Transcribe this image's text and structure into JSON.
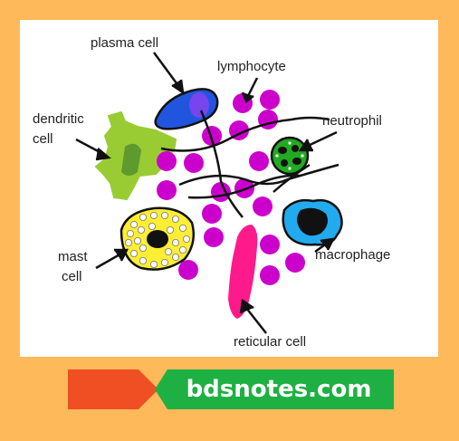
{
  "labels": {
    "plasma_cell": "plasma cell",
    "lymphocyte": "lymphocyte",
    "dendritic_line1": "dendritic",
    "dendritic_line2": "cell",
    "neutrophil": "neutrophil",
    "mast_line1": "mast",
    "mast_line2": "cell",
    "macrophage": "macrophage",
    "reticular_cell": "reticular cell"
  },
  "banner": {
    "text": "bdsnotes.com"
  },
  "colors": {
    "background": "#FDB95A",
    "panel": "#ffffff",
    "lymphocyte": "#CC00CC",
    "plasma_cell": "#2255DD",
    "dendritic_cell": "#99CC33",
    "neutrophil": "#22AA22",
    "mast_cell": "#FFEE33",
    "macrophage": "#22AAEE",
    "reticular_cell": "#FF1A8C",
    "banner_arrow": "#F04E23",
    "banner_box": "#1FB043"
  }
}
